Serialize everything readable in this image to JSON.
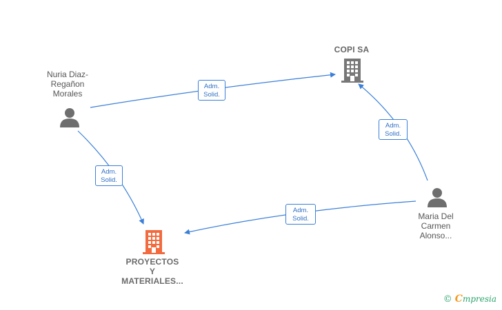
{
  "colors": {
    "edge": "#3a7fd8",
    "person": "#6e6e6e",
    "company": "#777777",
    "focus_company": "#f26a3d"
  },
  "nodes": {
    "nuria": {
      "label": "Nuria Diaz-\nRegañon\nMorales",
      "type": "person"
    },
    "copi": {
      "label": "COPI SA",
      "type": "company"
    },
    "maria": {
      "label": "Maria Del\nCarmen\nAlonso...",
      "type": "person"
    },
    "proyectos": {
      "label": "PROYECTOS\nY\nMATERIALES...",
      "type": "company-focus"
    }
  },
  "edges": [
    {
      "from": "nuria",
      "to": "copi",
      "label_line1": "Adm.",
      "label_line2": "Solid."
    },
    {
      "from": "maria",
      "to": "copi",
      "label_line1": "Adm.",
      "label_line2": "Solid."
    },
    {
      "from": "nuria",
      "to": "proyectos",
      "label_line1": "Adm.",
      "label_line2": "Solid."
    },
    {
      "from": "maria",
      "to": "proyectos",
      "label_line1": "Adm.",
      "label_line2": "Solid."
    }
  ],
  "brand": {
    "copyright": "©",
    "initial": "C",
    "name": "mpresia"
  }
}
